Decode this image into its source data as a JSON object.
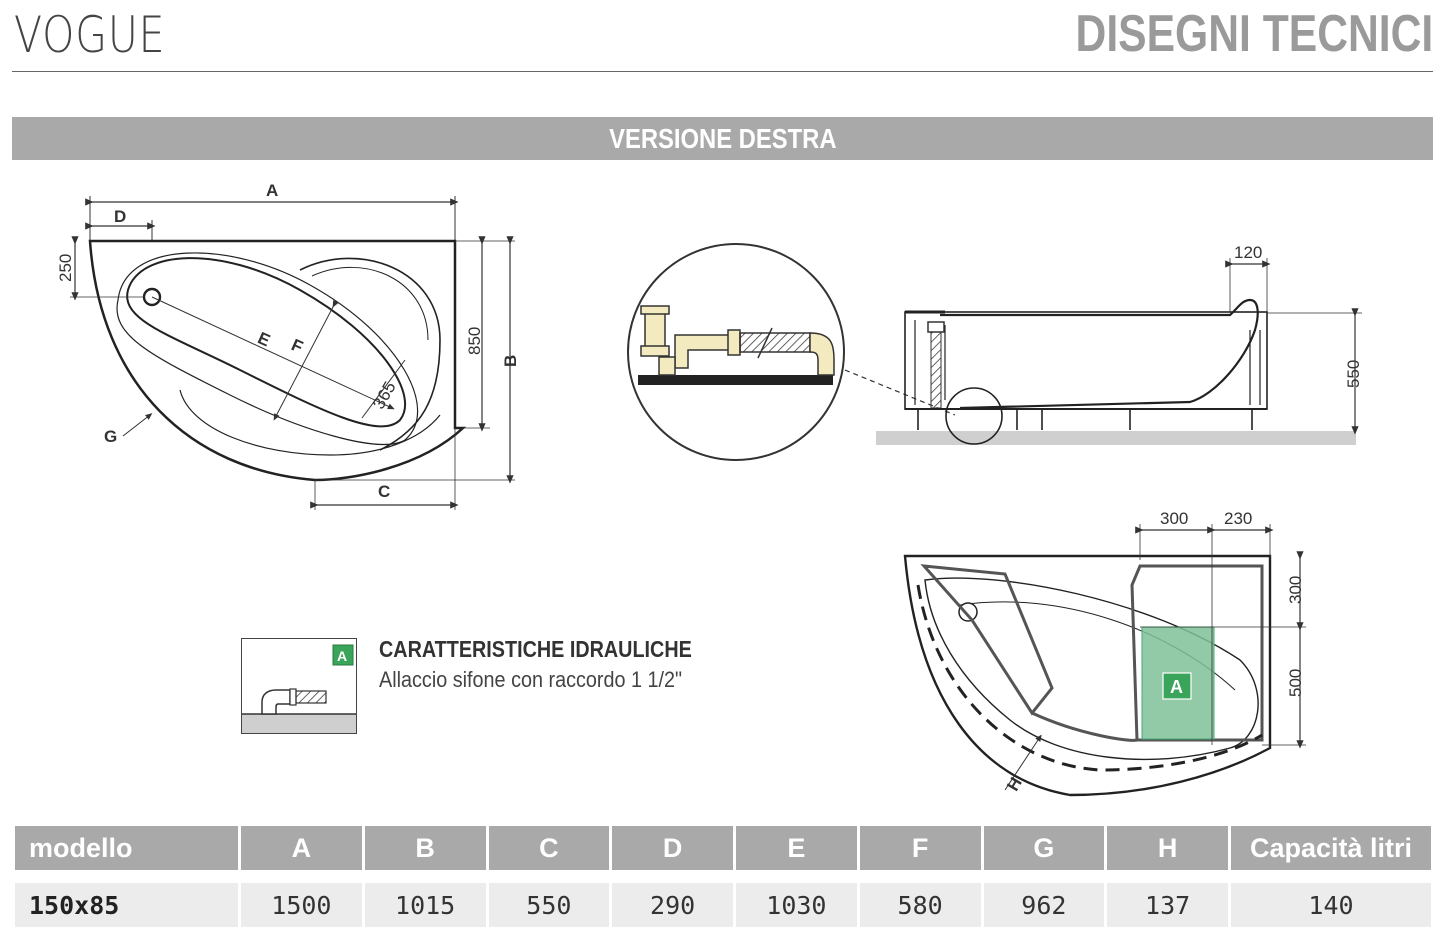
{
  "header": {
    "brand": "VOGUE",
    "section_title": "DISEGNI TECNICI"
  },
  "version_label": "VERSIONE DESTRA",
  "plan_view": {
    "labels": {
      "A": "A",
      "B": "B",
      "C": "C",
      "D": "D",
      "E": "E",
      "F": "F",
      "G": "G"
    },
    "dims": {
      "d250": "250",
      "d850": "850",
      "d365": "365"
    }
  },
  "side_view": {
    "d120": "120",
    "d550": "550"
  },
  "frame_view": {
    "d300_top": "300",
    "d230": "230",
    "d300_side": "300",
    "d500": "500",
    "H": "H",
    "A": "A"
  },
  "hydraulics": {
    "badge": "A",
    "title": "CARATTERISTICHE IDRAULICHE",
    "subtitle": "Allaccio sifone con raccordo 1 1/2\""
  },
  "specs_table": {
    "headers": [
      "modello",
      "A",
      "B",
      "C",
      "D",
      "E",
      "F",
      "G",
      "H",
      "Capacità litri"
    ],
    "rows": [
      [
        "150x85",
        "1500",
        "1015",
        "550",
        "290",
        "1030",
        "580",
        "962",
        "137",
        "140"
      ]
    ]
  },
  "colors": {
    "accent_gray": "#a9a9a9",
    "pipe": "#f4eac0",
    "green": "#7fbf97",
    "badge_green": "#3aa55a"
  }
}
